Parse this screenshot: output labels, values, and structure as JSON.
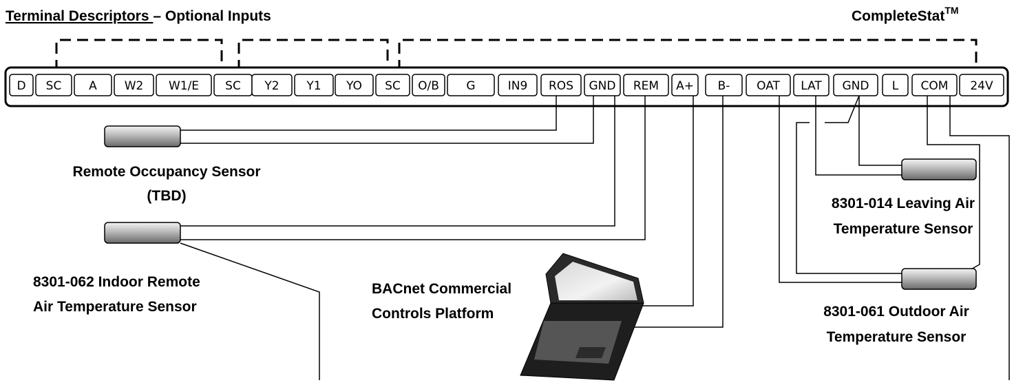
{
  "header": {
    "title_part1": "Terminal Descriptors ",
    "title_part2": "– Optional Inputs",
    "product": "CompleteStat",
    "product_superscript": "TM"
  },
  "terminals": [
    "D",
    "SC",
    "A",
    "W2",
    "W1/E",
    "SC",
    "Y2",
    "Y1",
    "YO",
    "SC",
    "O/B",
    "G",
    "IN9",
    "ROS",
    "GND",
    "REM",
    "A+",
    "B-",
    "OAT",
    "LAT",
    "GND",
    "L",
    "COM",
    "24V"
  ],
  "devices": {
    "occupancy_sensor": {
      "line1": "Remote Occupancy Sensor",
      "line2": "(TBD)"
    },
    "indoor_sensor": {
      "line1": "8301-062 Indoor Remote",
      "line2": "Air Temperature Sensor"
    },
    "bacnet": {
      "line1": "BACnet Commercial",
      "line2": "Controls Platform"
    },
    "leaving_air_sensor": {
      "line1": "8301-014 Leaving Air",
      "line2": "Temperature Sensor"
    },
    "outdoor_air_sensor": {
      "line1": "8301-061 Outdoor Air",
      "line2": "Temperature Sensor"
    }
  }
}
